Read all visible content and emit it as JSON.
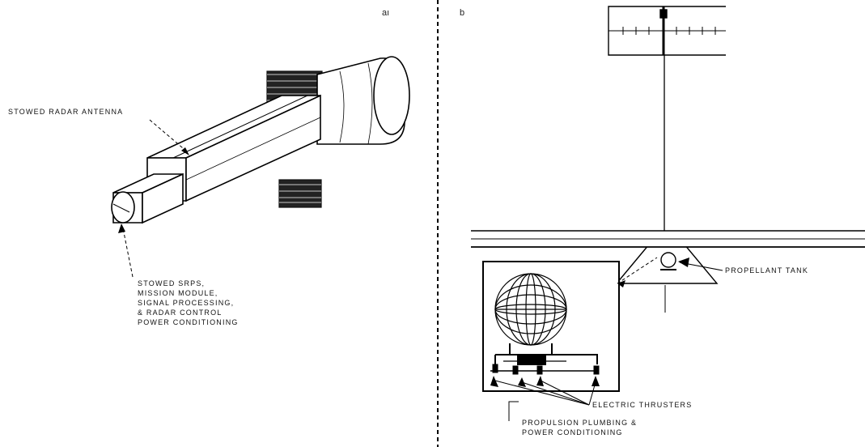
{
  "panels": {
    "a": {
      "label": "aı"
    },
    "b": {
      "label": "b"
    }
  },
  "labels": {
    "stowed_radar_antenna": "STOWED RADAR ANTENNA",
    "stowed_srps_lines": [
      "STOWED SRPS,",
      "MISSION MODULE,",
      "SIGNAL PROCESSING,",
      "& RADAR CONTROL",
      "POWER CONDITIONING"
    ],
    "propellant_tank": "PROPELLANT TANK",
    "electric_thrusters": "ELECTRIC THRUSTERS",
    "propulsion_lines": [
      "PROPULSION PLUMBING &",
      "POWER CONDITIONING"
    ]
  },
  "colors": {
    "ink": "#000000",
    "paper": "#ffffff",
    "hatch": "#1a1a1a"
  }
}
